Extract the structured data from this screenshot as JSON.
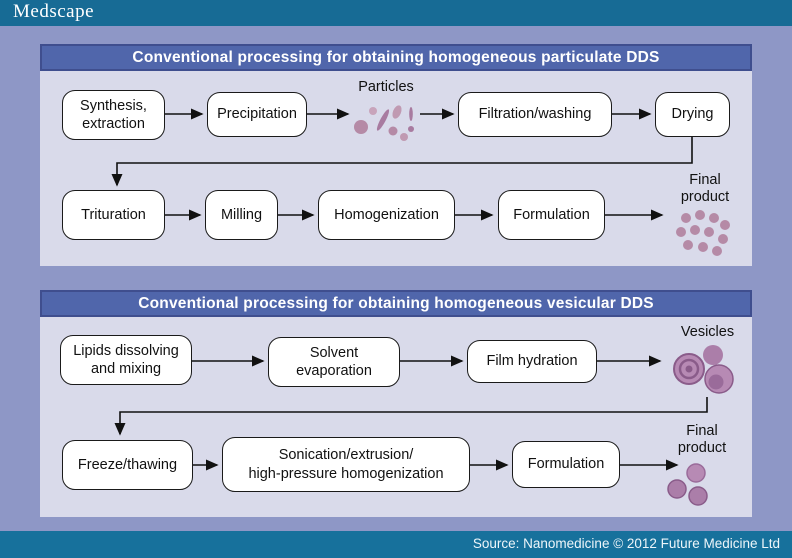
{
  "brand": "Medscape",
  "footer": {
    "source": "Source: Nanomedicine © 2012 Future Medicine Ltd"
  },
  "colors": {
    "top_bar": "#176b95",
    "footer_bar": "#17719c",
    "page_background": "#8e97c6",
    "panel_header": "#5066ab",
    "panel_header_border": "#3f4e8e",
    "panel_body": "#d9daea",
    "box_fill": "#ffffff",
    "box_border": "#1a1a1a",
    "particle_fill": "#b58aa6",
    "vesicle_fill": "#b18ab2",
    "vesicle_dark": "#8a5c8a",
    "arrow": "#111111"
  },
  "panel1": {
    "title": "Conventional processing for obtaining homogeneous particulate DDS",
    "boxes": {
      "synthesis": "Synthesis,\nextraction",
      "precipitation": "Precipitation",
      "filtration": "Filtration/washing",
      "drying": "Drying",
      "trituration": "Trituration",
      "milling": "Milling",
      "homogenization": "Homogenization",
      "formulation": "Formulation"
    },
    "captions": {
      "particles": "Particles",
      "final_product": "Final\nproduct"
    }
  },
  "panel2": {
    "title": "Conventional processing for obtaining homogeneous vesicular DDS",
    "boxes": {
      "lipids": "Lipids dissolving\nand mixing",
      "solvent": "Solvent\nevaporation",
      "film": "Film hydration",
      "freeze": "Freeze/thawing",
      "sonication": "Sonication/extrusion/\nhigh-pressure homogenization",
      "formulation": "Formulation"
    },
    "captions": {
      "vesicles": "Vesicles",
      "final_product": "Final\nproduct"
    }
  }
}
